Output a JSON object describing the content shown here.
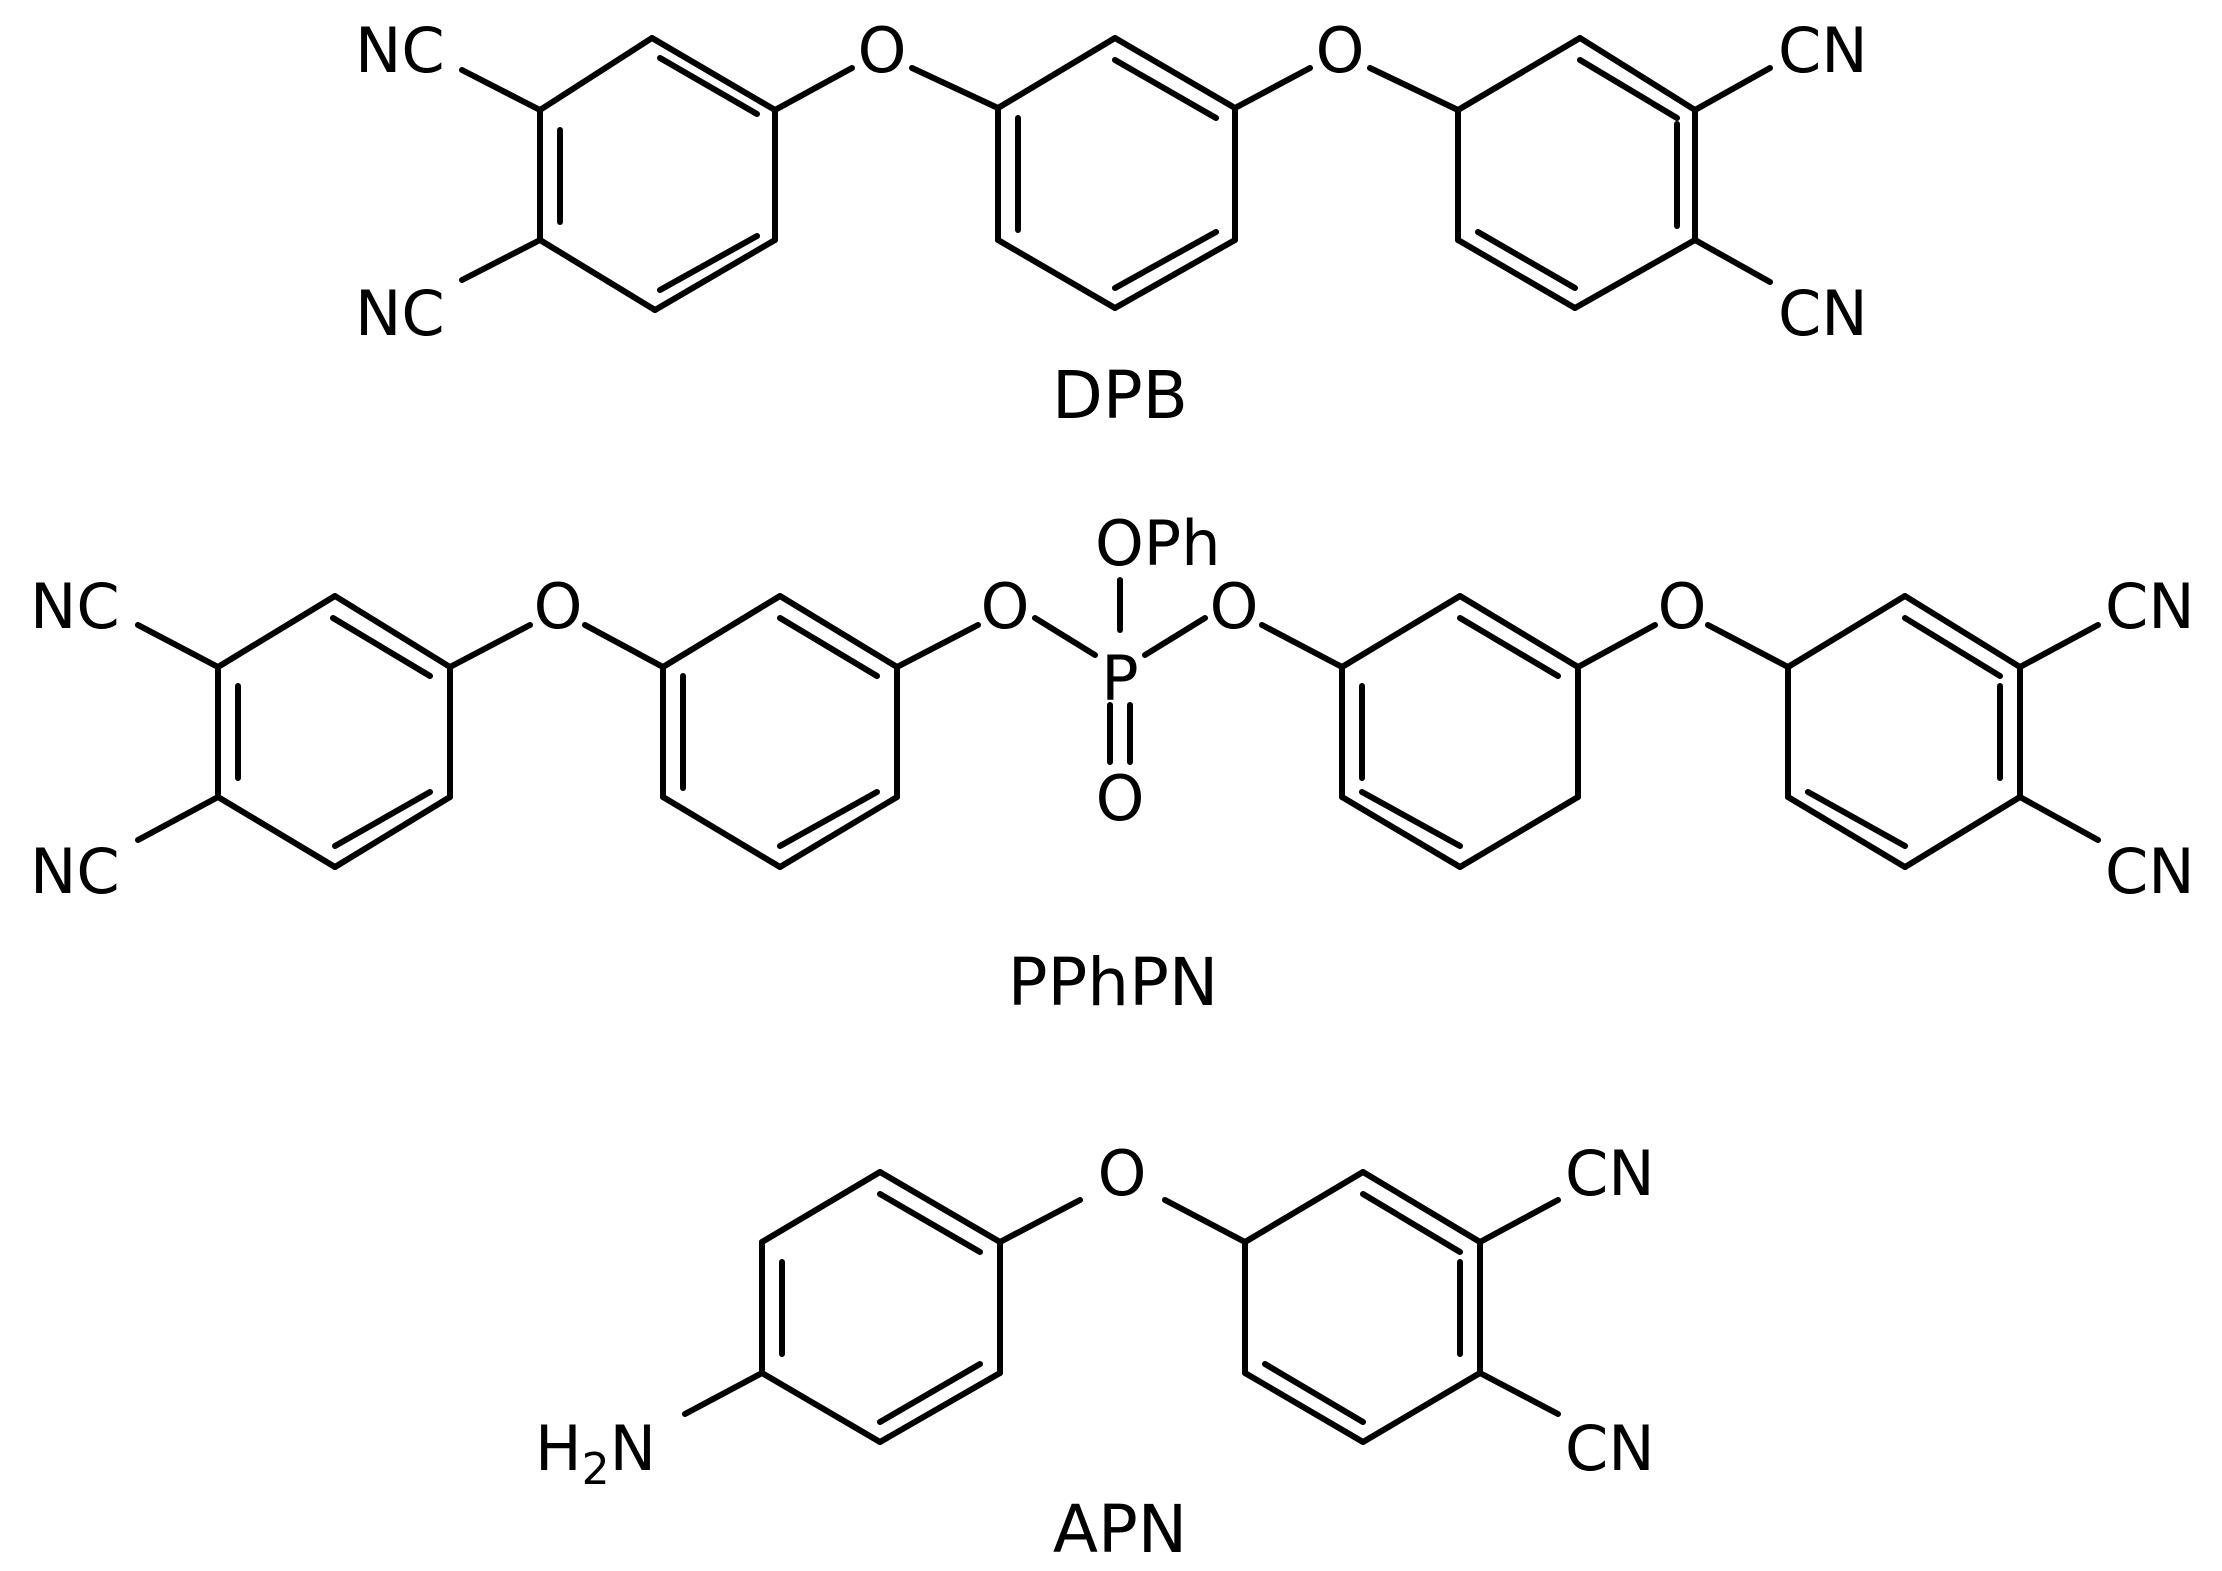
{
  "colors": {
    "ink": "#000000",
    "background": "#ffffff"
  },
  "molecules": [
    {
      "name": "DPB",
      "labels": {
        "nc_top": "NC",
        "nc_bottom": "NC",
        "o_left": "O",
        "o_right": "O",
        "cn_top": "CN",
        "cn_bottom": "CN"
      }
    },
    {
      "name": "PPhPN",
      "labels": {
        "nc_top": "NC",
        "nc_bottom": "NC",
        "o_ether_left": "O",
        "o_ester_left": "O",
        "p": "P",
        "oph": "OPh",
        "o_double": "O",
        "o_ester_right": "O",
        "o_ether_right": "O",
        "cn_top": "CN",
        "cn_bottom": "CN"
      }
    },
    {
      "name": "APN",
      "labels": {
        "h": "H",
        "sub_2": "2",
        "n": "N",
        "o": "O",
        "cn_top": "CN",
        "cn_bottom": "CN"
      }
    }
  ]
}
